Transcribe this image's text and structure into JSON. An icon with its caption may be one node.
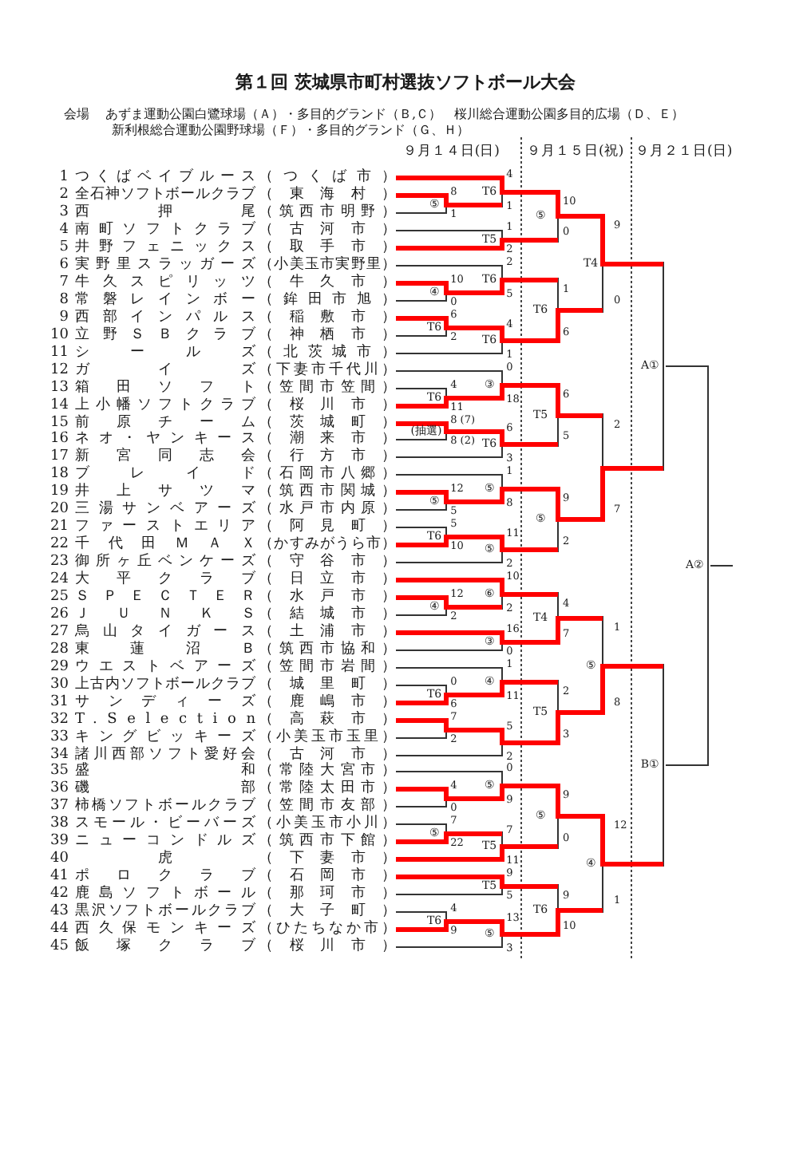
{
  "diagram": {
    "title": "第１回 茨城県市町村選抜ソフトボール大会",
    "nodes": [
      {
        "text": [
          "1",
          "つくばベイブルース",
          "（つくば市）"
        ]
      },
      {
        "text": [
          "2",
          "全石神ソフトボールクラブ",
          "（東海村）"
        ]
      },
      {
        "text": [
          "3",
          "西押尾",
          "（筑西市明野）"
        ]
      },
      {
        "text": [
          "4",
          "南町ソフトクラブ",
          "（古河市）"
        ]
      },
      {
        "text": [
          "5",
          "井野フェニックス",
          "（取手市）"
        ]
      },
      {
        "text": [
          "6",
          "実野里スラッガーズ",
          "（小美玉市実野里）"
        ]
      },
      {
        "text": [
          "7",
          "牛久スピリッツ",
          "（牛久市）"
        ]
      },
      {
        "text": [
          "8",
          "常磐レインボー",
          "（鉾田市旭）"
        ]
      },
      {
        "text": [
          "9",
          "西部インパルス",
          "（稲敷市）"
        ]
      },
      {
        "text": [
          "10",
          "立野ＳＢクラブ",
          "（神栖市）"
        ]
      },
      {
        "text": [
          "11",
          "シールズ",
          "（北茨城市）"
        ]
      },
      {
        "text": [
          "12",
          "ガイズ",
          "（下妻市千代川）"
        ]
      },
      {
        "text": [
          "13",
          "箱田ソフト",
          "（笠間市笠間）"
        ]
      },
      {
        "text": [
          "14",
          "上小幡ソフトクラブ",
          "（桜川市）"
        ]
      },
      {
        "text": [
          "15",
          "前原チーム",
          "（茨城町）"
        ]
      },
      {
        "text": [
          "16",
          "ネオ・ヤンキース",
          "（潮来市）"
        ]
      },
      {
        "text": [
          "17",
          "新宮同志会",
          "（行方市）"
        ]
      },
      {
        "text": [
          "18",
          "ブレイド",
          "（石岡市八郷）"
        ]
      },
      {
        "text": [
          "19",
          "井上サツマ",
          "（筑西市関城）"
        ]
      },
      {
        "text": [
          "20",
          "三湯サンベアーズ",
          "（水戸市内原）"
        ]
      },
      {
        "text": [
          "21",
          "ファーストエリア",
          "（阿見町）"
        ]
      },
      {
        "text": [
          "22",
          "千代田ＭＡＸ",
          "（かすみがうら市）"
        ]
      },
      {
        "text": [
          "23",
          "御所ヶ丘ベンケーズ",
          "（守谷市）"
        ]
      },
      {
        "text": [
          "24",
          "大平クラブ",
          "（日立市）"
        ]
      },
      {
        "text": [
          "25",
          "ＳＰＥＣＴＥＲ",
          "（水戸市）"
        ]
      },
      {
        "text": [
          "26",
          "ＪＵＮＫＳ",
          "（結城市）"
        ]
      },
      {
        "text": [
          "27",
          "烏山タイガース",
          "（土浦市）"
        ]
      },
      {
        "text": [
          "28",
          "東蓮沼Ｂ",
          "（筑西市協和）"
        ]
      },
      {
        "text": [
          "29",
          "ウエストベアーズ",
          "（笠間市岩間）"
        ]
      },
      {
        "text": [
          "30",
          "上古内ソフトボールクラブ",
          "（城里町）"
        ]
      },
      {
        "text": [
          "31",
          "サンディーズ",
          "（鹿嶋市）"
        ]
      },
      {
        "text": [
          "32",
          "T.Selection",
          "（高萩市）"
        ]
      },
      {
        "text": [
          "33",
          "キングビッキーズ",
          "（小美玉市玉里）"
        ]
      },
      {
        "text": [
          "34",
          "諸川西部ソフト愛好会",
          "（古河市）"
        ]
      },
      {
        "text": [
          "35",
          "盛和",
          "（常陸大宮市）"
        ]
      },
      {
        "text": [
          "36",
          "磯部",
          "（常陸太田市）"
        ]
      },
      {
        "text": [
          "37",
          "柿橋ソフトボールクラブ",
          "（笠間市友部）"
        ]
      },
      {
        "text": [
          "38",
          "スモール・ビーバーズ",
          "（小美玉市小川）"
        ]
      },
      {
        "text": [
          "39",
          "ニューコンドルズ",
          "（筑西市下館）"
        ]
      },
      {
        "text": [
          "40",
          "虎",
          "（下妻市）"
        ]
      },
      {
        "text": [
          "41",
          "ポロクラブ",
          "（石岡市）"
        ]
      },
      {
        "text": [
          "42",
          "鹿島ソフトボール",
          "（那珂市）"
        ]
      },
      {
        "text": [
          "43",
          "黒沢ソフトボールクラブ",
          "（大子町）"
        ]
      },
      {
        "text": [
          "44",
          "西久保モンキーズ",
          "（ひたちなか市）"
        ]
      },
      {
        "text": [
          "45",
          "飯塚クラブ",
          "（桜川市）"
        ]
      },
      {
        "text": [
          "⑤"
        ],
        "beside": [
          "8",
          "1"
        ]
      },
      {
        "text": [
          "④"
        ],
        "beside": [
          "10",
          "0"
        ]
      },
      {
        "text": [
          "T6"
        ],
        "beside": [
          "6",
          "2"
        ]
      },
      {
        "text": [
          "T6"
        ],
        "beside": [
          "4",
          "11"
        ]
      },
      {
        "text": [
          "(抽選)"
        ],
        "beside": [
          "8 (7)",
          "8 (2)"
        ]
      },
      {
        "text": [
          "⑤"
        ],
        "beside": [
          "12",
          "5"
        ]
      },
      {
        "text": [
          "T6"
        ],
        "beside": [
          "5",
          "10"
        ]
      },
      {
        "text": [
          "④"
        ],
        "beside": [
          "12",
          "2"
        ]
      },
      {
        "text": [
          "T6"
        ],
        "beside": [
          "0",
          "6"
        ]
      },
      {
        "text": [],
        "shape": "bracket",
        "beside": [
          "7",
          "2"
        ]
      },
      {
        "text": [],
        "shape": "bracket",
        "beside": [
          "4",
          "0"
        ]
      },
      {
        "text": [
          "⑤"
        ],
        "beside": [
          "7",
          "22"
        ]
      },
      {
        "text": [
          "T6"
        ],
        "beside": [
          "4",
          "9"
        ]
      },
      {
        "text": [
          "T6"
        ],
        "beside": [
          "4",
          "1"
        ]
      },
      {
        "text": [
          "T5"
        ],
        "beside": [
          "1",
          "2"
        ]
      },
      {
        "text": [
          "T6"
        ],
        "beside": [
          "2",
          "5"
        ]
      },
      {
        "text": [
          "T6"
        ],
        "beside": [
          "4",
          "1"
        ]
      },
      {
        "text": [
          "③"
        ],
        "beside": [
          "0",
          "18"
        ]
      },
      {
        "text": [
          "T6"
        ],
        "beside": [
          "6",
          "3"
        ]
      },
      {
        "text": [
          "⑤"
        ],
        "beside": [
          "1",
          "8"
        ]
      },
      {
        "text": [
          "⑤"
        ],
        "beside": [
          "11",
          "2"
        ]
      },
      {
        "text": [
          "⑥"
        ],
        "beside": [
          "10",
          "2"
        ]
      },
      {
        "text": [
          "③"
        ],
        "beside": [
          "16",
          "0"
        ]
      },
      {
        "text": [
          "④"
        ],
        "beside": [
          "1",
          "11"
        ]
      },
      {
        "text": [],
        "shape": "bracket",
        "beside": [
          "5",
          "2"
        ]
      },
      {
        "text": [
          "⑤"
        ],
        "beside": [
          "0",
          "9"
        ]
      },
      {
        "text": [
          "T5"
        ],
        "beside": [
          "7",
          "11"
        ]
      },
      {
        "text": [
          "T5"
        ],
        "beside": [
          "9",
          "5"
        ]
      },
      {
        "text": [
          "⑤"
        ],
        "beside": [
          "13",
          "3"
        ]
      },
      {
        "text": [
          "⑤"
        ],
        "beside": [
          "10",
          "0"
        ]
      },
      {
        "text": [
          "T6"
        ],
        "beside": [
          "1",
          "6"
        ]
      },
      {
        "text": [
          "T5"
        ],
        "beside": [
          "6",
          "5"
        ]
      },
      {
        "text": [
          "⑤"
        ],
        "beside": [
          "9",
          "2"
        ]
      },
      {
        "text": [
          "T4"
        ],
        "beside": [
          "4",
          "7"
        ]
      },
      {
        "text": [
          "T5"
        ],
        "beside": [
          "2",
          "3"
        ]
      },
      {
        "text": [
          "⑤"
        ],
        "beside": [
          "9",
          "0"
        ]
      },
      {
        "text": [
          "T6"
        ],
        "beside": [
          "9",
          "10"
        ]
      },
      {
        "text": [
          "T4"
        ],
        "beside": [
          "9",
          "0"
        ]
      },
      {
        "text": [],
        "shape": "bracket",
        "beside": [
          "2",
          "7"
        ]
      },
      {
        "text": [
          "⑤"
        ],
        "beside": [
          "1",
          "8"
        ]
      },
      {
        "text": [
          "④"
        ],
        "beside": [
          "12",
          "1"
        ]
      },
      {
        "text": [
          "A①"
        ]
      },
      {
        "text": [
          "B①"
        ]
      },
      {
        "text": [
          "A②"
        ]
      }
    ],
    "edges": [
      {
        "from": 1,
        "to": 45,
        "arrow": "none"
      },
      {
        "from": 2,
        "to": 45,
        "arrow": "none",
        "color": "#333333"
      },
      {
        "from": 6,
        "to": 46,
        "arrow": "none"
      },
      {
        "from": 7,
        "to": 46,
        "arrow": "none",
        "color": "#333333"
      },
      {
        "from": 8,
        "to": 47,
        "arrow": "none"
      },
      {
        "from": 9,
        "to": 47,
        "arrow": "none",
        "color": "#333333"
      },
      {
        "from": 12,
        "to": 48,
        "arrow": "none",
        "color": "#333333"
      },
      {
        "from": 13,
        "to": 48,
        "arrow": "none"
      },
      {
        "from": 14,
        "to": 49,
        "arrow": "none"
      },
      {
        "from": 15,
        "to": 49,
        "arrow": "none",
        "color": "#333333"
      },
      {
        "from": 18,
        "to": 50,
        "arrow": "none"
      },
      {
        "from": 19,
        "to": 50,
        "arrow": "none",
        "color": "#333333"
      },
      {
        "from": 20,
        "to": 51,
        "arrow": "none",
        "color": "#333333"
      },
      {
        "from": 21,
        "to": 51,
        "arrow": "none"
      },
      {
        "from": 24,
        "to": 52,
        "arrow": "none"
      },
      {
        "from": 25,
        "to": 52,
        "arrow": "none",
        "color": "#333333"
      },
      {
        "from": 29,
        "to": 53,
        "arrow": "none",
        "color": "#333333"
      },
      {
        "from": 30,
        "to": 53,
        "arrow": "none"
      },
      {
        "from": 31,
        "to": 54,
        "arrow": "none"
      },
      {
        "from": 32,
        "to": 54,
        "arrow": "none",
        "color": "#333333"
      },
      {
        "from": 35,
        "to": 55,
        "arrow": "none"
      },
      {
        "from": 36,
        "to": 55,
        "arrow": "none",
        "color": "#333333"
      },
      {
        "from": 37,
        "to": 56,
        "arrow": "none",
        "color": "#333333"
      },
      {
        "from": 38,
        "to": 56,
        "arrow": "none"
      },
      {
        "from": 42,
        "to": 57,
        "arrow": "none",
        "color": "#333333"
      },
      {
        "from": 43,
        "to": 57,
        "arrow": "none"
      },
      {
        "from": 0,
        "to": 58,
        "arrow": "none"
      },
      {
        "from": 45,
        "to": 58,
        "arrow": "none"
      },
      {
        "from": 3,
        "to": 59,
        "arrow": "none",
        "color": "#333333"
      },
      {
        "from": 4,
        "to": 59,
        "arrow": "none"
      },
      {
        "from": 5,
        "to": 60,
        "arrow": "none",
        "color": "#333333"
      },
      {
        "from": 46,
        "to": 60,
        "arrow": "none"
      },
      {
        "from": 47,
        "to": 61,
        "arrow": "none"
      },
      {
        "from": 10,
        "to": 61,
        "arrow": "none",
        "color": "#333333"
      },
      {
        "from": 11,
        "to": 62,
        "arrow": "none",
        "color": "#333333"
      },
      {
        "from": 48,
        "to": 62,
        "arrow": "none"
      },
      {
        "from": 49,
        "to": 63,
        "arrow": "none"
      },
      {
        "from": 16,
        "to": 63,
        "arrow": "none",
        "color": "#333333"
      },
      {
        "from": 17,
        "to": 64,
        "arrow": "none",
        "color": "#333333"
      },
      {
        "from": 50,
        "to": 64,
        "arrow": "none"
      },
      {
        "from": 51,
        "to": 65,
        "arrow": "none"
      },
      {
        "from": 22,
        "to": 65,
        "arrow": "none",
        "color": "#333333"
      },
      {
        "from": 23,
        "to": 66,
        "arrow": "none"
      },
      {
        "from": 52,
        "to": 66,
        "arrow": "none"
      },
      {
        "from": 26,
        "to": 67,
        "arrow": "none"
      },
      {
        "from": 27,
        "to": 67,
        "arrow": "none",
        "color": "#333333"
      },
      {
        "from": 28,
        "to": 68,
        "arrow": "none",
        "color": "#333333"
      },
      {
        "from": 53,
        "to": 68,
        "arrow": "none"
      },
      {
        "from": 54,
        "to": 69,
        "arrow": "none"
      },
      {
        "from": 33,
        "to": 69,
        "arrow": "none",
        "color": "#333333"
      },
      {
        "from": 34,
        "to": 70,
        "arrow": "none",
        "color": "#333333"
      },
      {
        "from": 55,
        "to": 70,
        "arrow": "none"
      },
      {
        "from": 56,
        "to": 71,
        "arrow": "none"
      },
      {
        "from": 39,
        "to": 71,
        "arrow": "none"
      },
      {
        "from": 40,
        "to": 72,
        "arrow": "none"
      },
      {
        "from": 41,
        "to": 72,
        "arrow": "none",
        "color": "#333333"
      },
      {
        "from": 57,
        "to": 73,
        "arrow": "none"
      },
      {
        "from": 44,
        "to": 73,
        "arrow": "none",
        "color": "#333333"
      },
      {
        "from": 58,
        "to": 74,
        "arrow": "none"
      },
      {
        "from": 59,
        "to": 74,
        "arrow": "none"
      },
      {
        "from": 60,
        "to": 75,
        "arrow": "none"
      },
      {
        "from": 61,
        "to": 75,
        "arrow": "none"
      },
      {
        "from": 62,
        "to": 76,
        "arrow": "none"
      },
      {
        "from": 63,
        "to": 76,
        "arrow": "none"
      },
      {
        "from": 64,
        "to": 77,
        "arrow": "none"
      },
      {
        "from": 65,
        "to": 77,
        "arrow": "none"
      },
      {
        "from": 66,
        "to": 78,
        "arrow": "none"
      },
      {
        "from": 67,
        "to": 78,
        "arrow": "none"
      },
      {
        "from": 68,
        "to": 79,
        "arrow": "none"
      },
      {
        "from": 69,
        "to": 79,
        "arrow": "none"
      },
      {
        "from": 70,
        "to": 80,
        "arrow": "none"
      },
      {
        "from": 71,
        "to": 80,
        "arrow": "none"
      },
      {
        "from": 72,
        "to": 81,
        "arrow": "none"
      },
      {
        "from": 73,
        "to": 81,
        "arrow": "none"
      },
      {
        "from": 74,
        "to": 82,
        "arrow": "none"
      },
      {
        "from": 75,
        "to": 82,
        "arrow": "none"
      },
      {
        "from": 76,
        "to": 83,
        "arrow": "none"
      },
      {
        "from": 77,
        "to": 83,
        "arrow": "none"
      },
      {
        "from": 78,
        "to": 84,
        "arrow": "none"
      },
      {
        "from": 79,
        "to": 84,
        "arrow": "none"
      },
      {
        "from": 80,
        "to": 85,
        "arrow": "none"
      },
      {
        "from": 81,
        "to": 85,
        "arrow": "none"
      },
      {
        "from": 82,
        "to": 86,
        "arrow": "none"
      },
      {
        "from": 83,
        "to": 86,
        "arrow": "none"
      },
      {
        "from": 84,
        "to": 87,
        "arrow": "none"
      },
      {
        "from": 85,
        "to": 87,
        "arrow": "none"
      },
      {
        "from": 86,
        "to": 88,
        "arrow": "none",
        "color": "#333333"
      },
      {
        "from": 87,
        "to": 88,
        "arrow": "none",
        "color": "#333333"
      },
      {
        "from": 88,
        "to": null,
        "arrow": "none",
        "color": "#333333"
      }
    ],
    "labels": [
      "会場",
      "あずま運動公園白鷺球場（Ａ）・多目的グランド（Ｂ,Ｃ）　桜川総合運動公園多目的広場（Ｄ、Ｅ）",
      "新利根総合運動公園野球場（Ｆ）・多目的グランド（Ｇ、Ｈ）",
      "９月１４日(日)",
      "９月１５日(祝)",
      "９月２１日(日)"
    ]
  }
}
